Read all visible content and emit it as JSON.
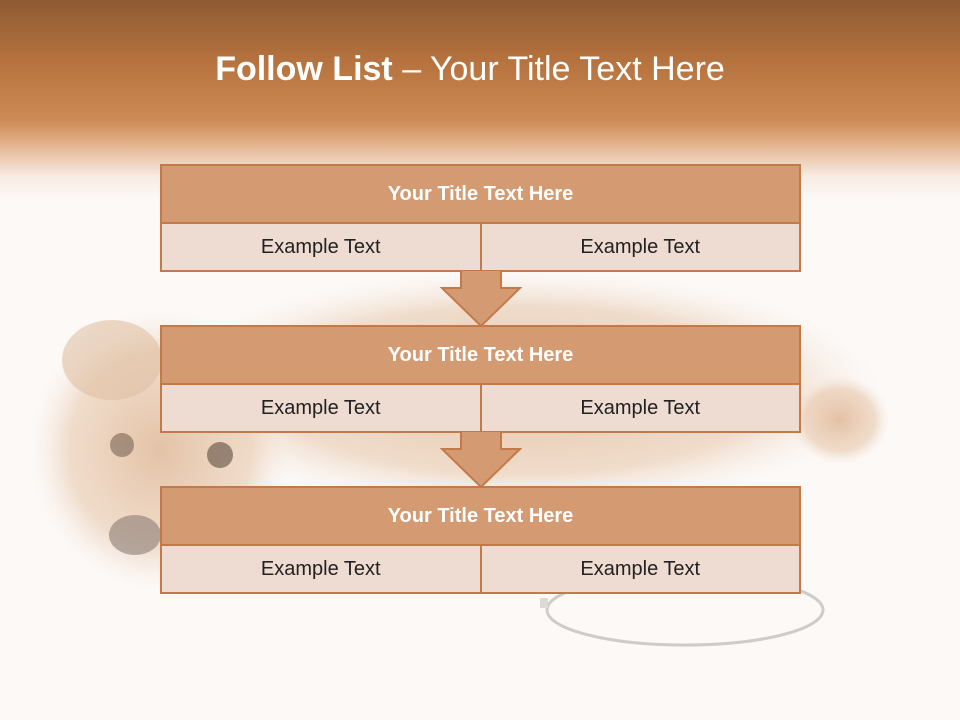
{
  "slide": {
    "title_bold": "Follow List",
    "title_separator": "–",
    "title_rest": "Your Title Text Here"
  },
  "steps": [
    {
      "title": "Your Title Text Here",
      "left": "Example Text",
      "right": "Example Text"
    },
    {
      "title": "Your Title Text Here",
      "left": "Example Text",
      "right": "Example Text"
    },
    {
      "title": "Your Title Text Here",
      "left": "Example Text",
      "right": "Example Text"
    }
  ],
  "colors": {
    "header_brown": "#b5723e",
    "card_border": "#c47a48",
    "card_header": "#d49a72",
    "card_cell": "#eedbd1",
    "arrow_fill": "#d49a72"
  },
  "decorations": {
    "background_image": "dog-lying-with-bowl-photo",
    "connector_icon": "down-arrow-icon"
  }
}
